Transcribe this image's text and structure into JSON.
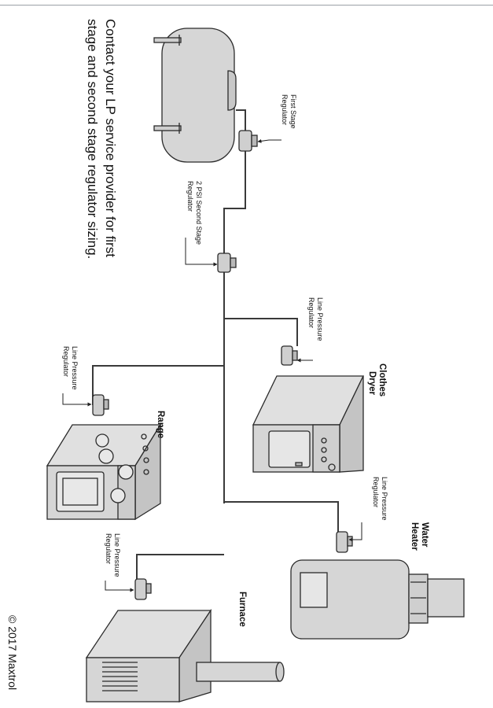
{
  "instruction": {
    "line1": "Contact your LP service provider for first",
    "line2": "stage and second stage regulator sizing."
  },
  "regulators": {
    "first_stage": {
      "line1": "First Stage",
      "line2": "Regulator"
    },
    "second_stage": {
      "line1": "2 PSI Second Stage",
      "line2": "Regulator"
    },
    "line_pressure": {
      "line1": "Line Pressure",
      "line2": "Regulator"
    }
  },
  "appliances": {
    "clothes_dryer": {
      "line1": "Clothes",
      "line2": "Dryer"
    },
    "range": "Range",
    "water_heater": {
      "line1": "Water",
      "line2": "Heater"
    },
    "furnace": "Furnace"
  },
  "copyright": "© 2017 Maxtrol",
  "colors": {
    "body_fill": "#d6d6d6",
    "body_shade": "#b8b8b8",
    "outline": "#2b2b2b",
    "pipe": "#3a3a3a"
  }
}
